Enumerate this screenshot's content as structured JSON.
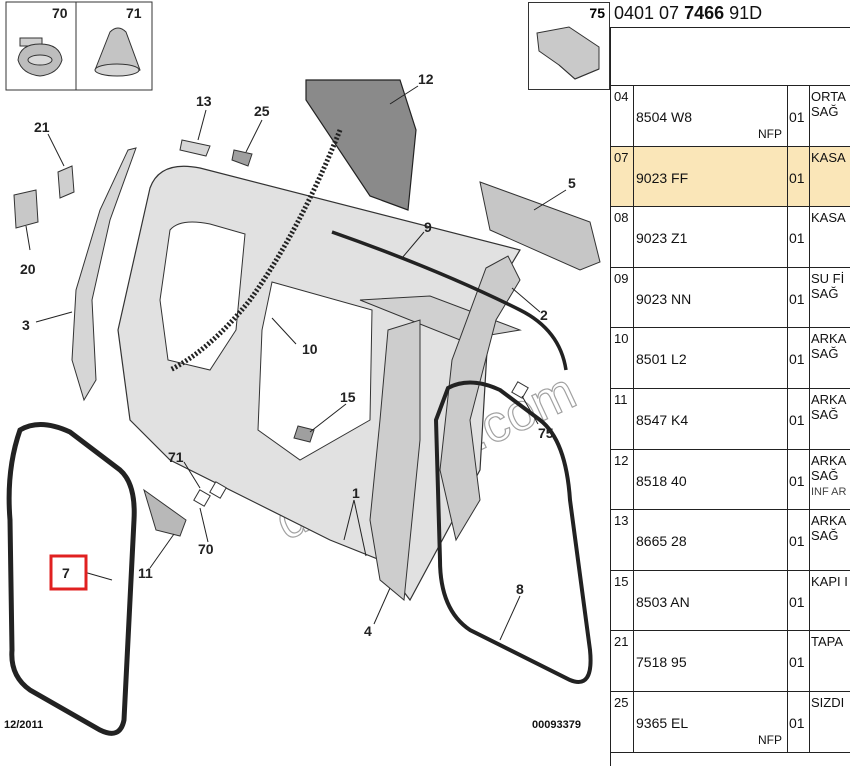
{
  "header": {
    "code_prefix": "0401 07 ",
    "code_bold": "7466",
    "code_suffix": " 91D"
  },
  "diagram": {
    "date": "12/2011",
    "ref": "00093379",
    "watermark": "duyukoto.com",
    "thumbs": {
      "t70": "70",
      "t71": "71",
      "t75": "75"
    },
    "callouts": {
      "c1": "1",
      "c2": "2",
      "c3": "3",
      "c4": "4",
      "c5": "5",
      "c7": "7",
      "c8": "8",
      "c9": "9",
      "c10": "10",
      "c11": "11",
      "c12": "12",
      "c13": "13",
      "c15": "15",
      "c20": "20",
      "c21": "21",
      "c25": "25",
      "c70": "70",
      "c71": "71",
      "c75": "75"
    },
    "highlight_color": "#e02020"
  },
  "parts": [
    {
      "no": "04",
      "part": "8504 W8",
      "qty": "01",
      "desc": "ORTA",
      "desc2": "SAĞ",
      "note": "NFP",
      "sub": ""
    },
    {
      "no": "07",
      "part": "9023 FF",
      "qty": "01",
      "desc": "KASA",
      "desc2": "",
      "note": "",
      "sub": "",
      "selected": true
    },
    {
      "no": "08",
      "part": "9023 Z1",
      "qty": "01",
      "desc": "KASA",
      "desc2": "",
      "note": "",
      "sub": ""
    },
    {
      "no": "09",
      "part": "9023 NN",
      "qty": "01",
      "desc": "SU Fİ",
      "desc2": "SAĞ",
      "note": "",
      "sub": ""
    },
    {
      "no": "10",
      "part": "8501 L2",
      "qty": "01",
      "desc": "ARKA",
      "desc2": "SAĞ",
      "note": "",
      "sub": ""
    },
    {
      "no": "11",
      "part": "8547 K4",
      "qty": "01",
      "desc": "ARKA",
      "desc2": "SAĞ",
      "note": "",
      "sub": ""
    },
    {
      "no": "12",
      "part": "8518 40",
      "qty": "01",
      "desc": "ARKA",
      "desc2": "SAĞ",
      "note": "",
      "sub": "INF AR"
    },
    {
      "no": "13",
      "part": "8665 28",
      "qty": "01",
      "desc": "ARKA",
      "desc2": "SAĞ",
      "note": "",
      "sub": ""
    },
    {
      "no": "15",
      "part": "8503 AN",
      "qty": "01",
      "desc": "KAPI I",
      "desc2": "",
      "note": "",
      "sub": ""
    },
    {
      "no": "21",
      "part": "7518 95",
      "qty": "01",
      "desc": "TAPA",
      "desc2": "",
      "note": "",
      "sub": ""
    },
    {
      "no": "25",
      "part": "9365 EL",
      "qty": "01",
      "desc": "SIZDI",
      "desc2": "",
      "note": "NFP",
      "sub": ""
    }
  ]
}
